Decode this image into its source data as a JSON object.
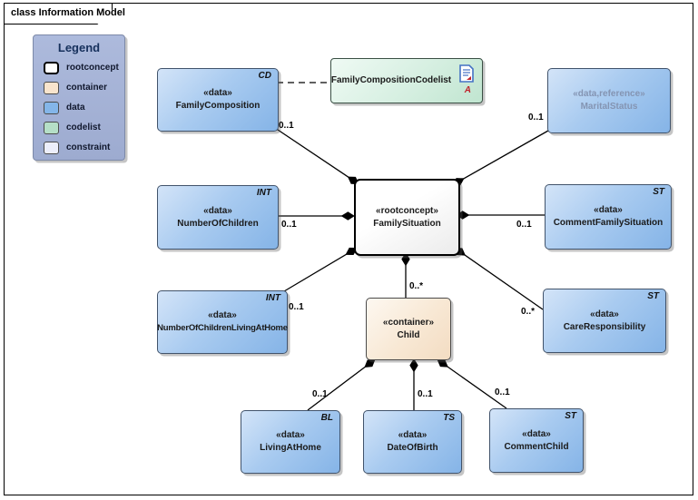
{
  "frame": {
    "title": "class Information Model"
  },
  "legend": {
    "title": "Legend",
    "items": [
      {
        "label": "rootconcept",
        "color": "#ffffff"
      },
      {
        "label": "container",
        "color": "#f9e4cd"
      },
      {
        "label": "data",
        "color": "#84b6e9"
      },
      {
        "label": "codelist",
        "color": "#b5dfc7"
      },
      {
        "label": "constraint",
        "color": "#eceefb"
      }
    ]
  },
  "nodes": [
    {
      "stereotype": "«data»",
      "name": "FamilyComposition",
      "type_marker": "CD"
    },
    {
      "name": "FamilyCompositionCodelist",
      "badge": "A",
      "icon": "document-icon"
    },
    {
      "stereotype": "«data,reference»",
      "name": "MaritalStatus"
    },
    {
      "stereotype": "«rootconcept»",
      "name": "FamilySituation"
    },
    {
      "stereotype": "«data»",
      "name": "NumberOfChildren",
      "type_marker": "INT"
    },
    {
      "stereotype": "«data»",
      "name": "CommentFamilySituation",
      "type_marker": "ST"
    },
    {
      "stereotype": "«data»",
      "name": "NumberOfChildrenLivingAtHome",
      "type_marker": "INT"
    },
    {
      "stereotype": "«data»",
      "name": "CareResponsibility",
      "type_marker": "ST"
    },
    {
      "stereotype": "«container»",
      "name": "Child"
    },
    {
      "stereotype": "«data»",
      "name": "LivingAtHome",
      "type_marker": "BL"
    },
    {
      "stereotype": "«data»",
      "name": "DateOfBirth",
      "type_marker": "TS"
    },
    {
      "stereotype": "«data»",
      "name": "CommentChild",
      "type_marker": "ST"
    }
  ],
  "multiplicities": [
    "0..1",
    "0..1",
    "0..1",
    "0..1",
    "0..1",
    "0..*",
    "0..*",
    "0..1",
    "0..1",
    "0..1"
  ],
  "colors": {
    "data_fill": "#85b4e7",
    "container_fill": "#f3dcc2",
    "codelist_fill": "#c0e5d0",
    "rootconcept_fill": "#ffffff",
    "constraint_fill": "#eceefb",
    "legend_bg": "#9dabd0",
    "muted_text": "#8494b2",
    "badge_red": "#c0232c",
    "line": "#000000"
  }
}
